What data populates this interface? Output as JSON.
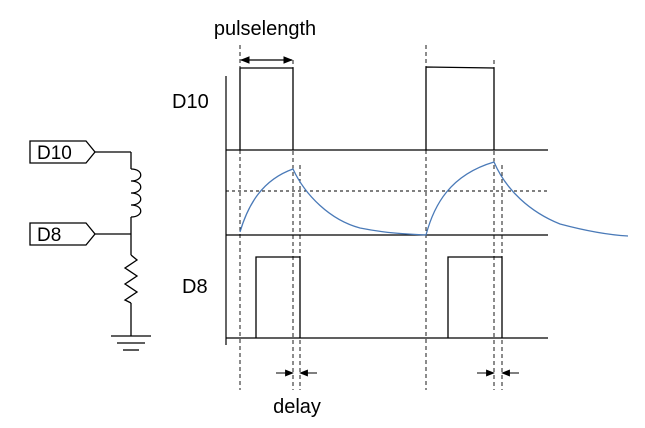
{
  "labels": {
    "pulselength": "pulselength",
    "delay": "delay",
    "trace_d10": "D10",
    "trace_d8": "D8"
  },
  "schematic": {
    "pin_top": "D10",
    "pin_bottom": "D8"
  },
  "colors": {
    "ink": "#000000",
    "current_curve": "#4a7ab8"
  }
}
